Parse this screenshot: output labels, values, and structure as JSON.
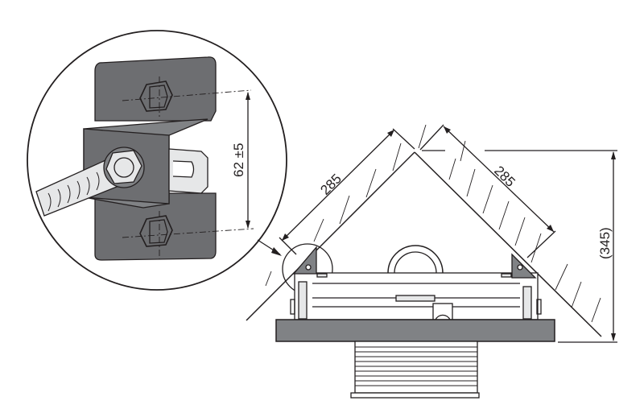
{
  "dimensions": {
    "bolt_spacing": "62 ±5",
    "left_side": "285",
    "right_side": "285",
    "height": "(345)"
  },
  "colors": {
    "line": "#231f20",
    "steel": "#6d6e71",
    "plate": "#808285",
    "light": "#e6e7e8"
  }
}
